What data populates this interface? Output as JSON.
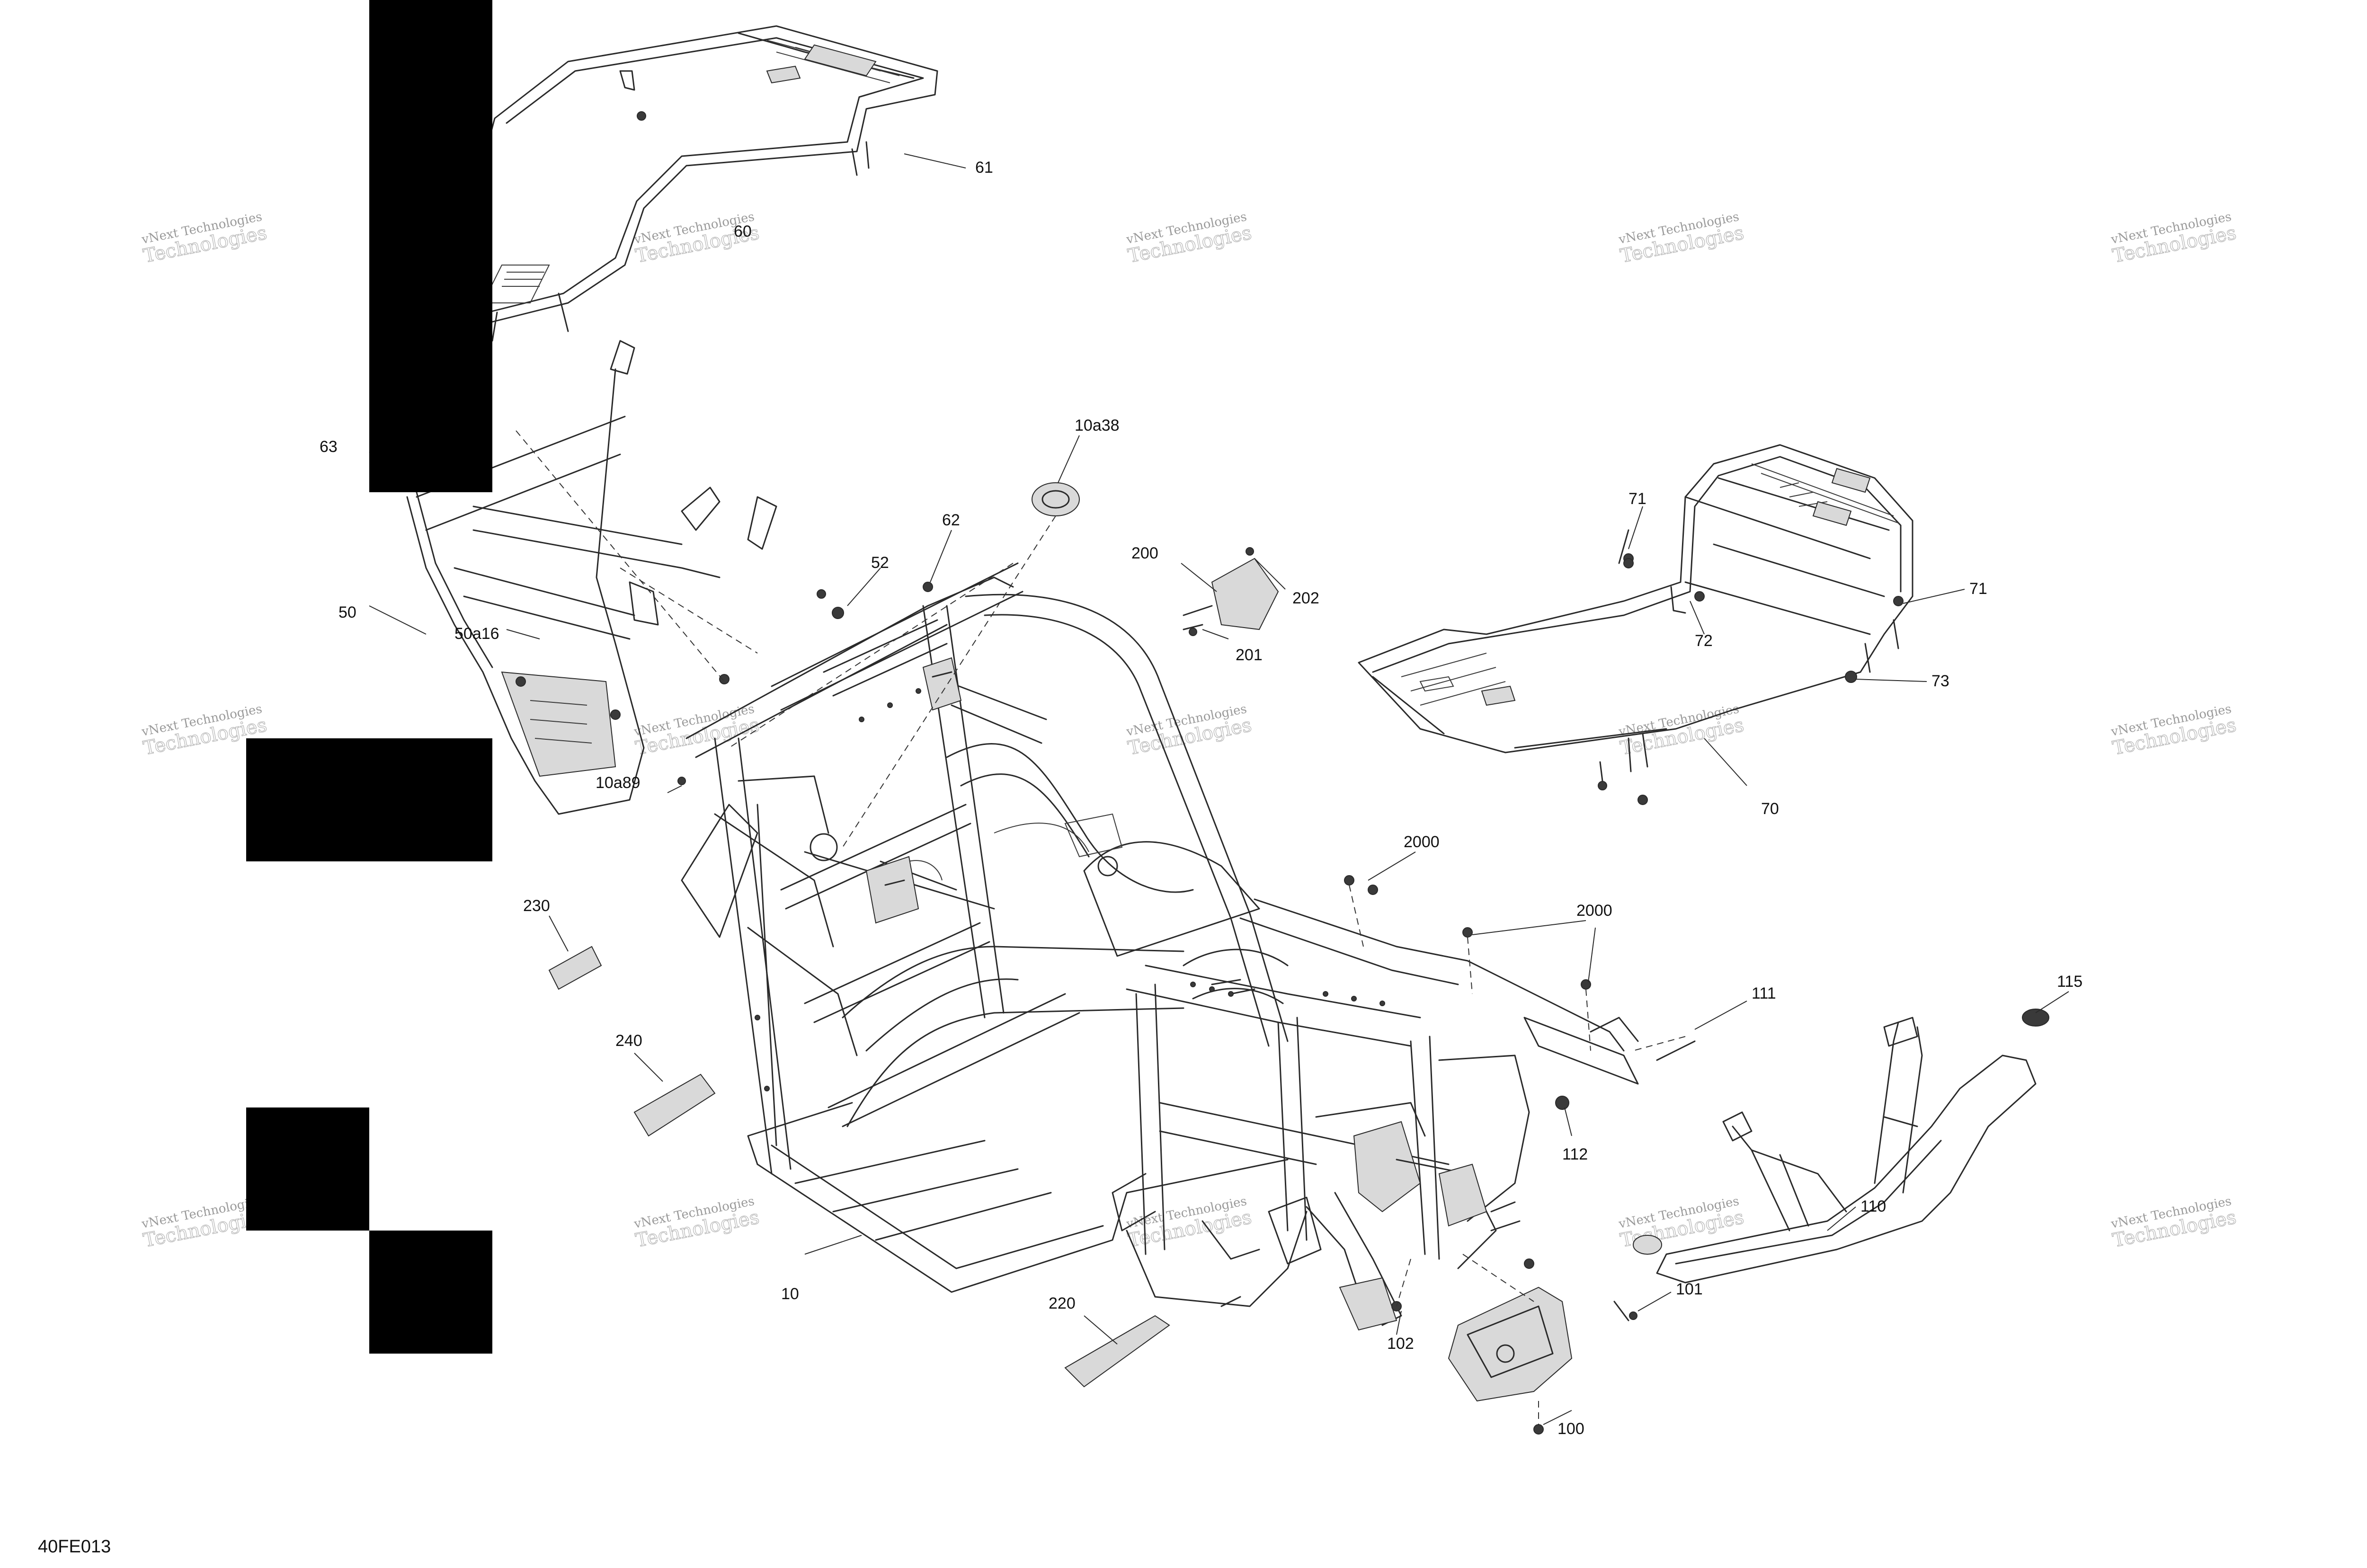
{
  "diagram_id": "40FE013",
  "watermark": {
    "line1": "vNext Technologies",
    "line2": "Technologies"
  },
  "callouts": {
    "c10": "10",
    "c10a38": "10a38",
    "c10a89": "10a89",
    "c50": "50",
    "c50a16": "50a16",
    "c52": "52",
    "c60": "60",
    "c61": "61",
    "c62": "62",
    "c63": "63",
    "c70": "70",
    "c71a": "71",
    "c71b": "71",
    "c72": "72",
    "c73": "73",
    "c100": "100",
    "c101": "101",
    "c102": "102",
    "c110": "110",
    "c111": "111",
    "c112": "112",
    "c115": "115",
    "c200": "200",
    "c201": "201",
    "c202": "202",
    "c220": "220",
    "c230": "230",
    "c240": "240",
    "c2000a": "2000",
    "c2000b": "2000"
  }
}
